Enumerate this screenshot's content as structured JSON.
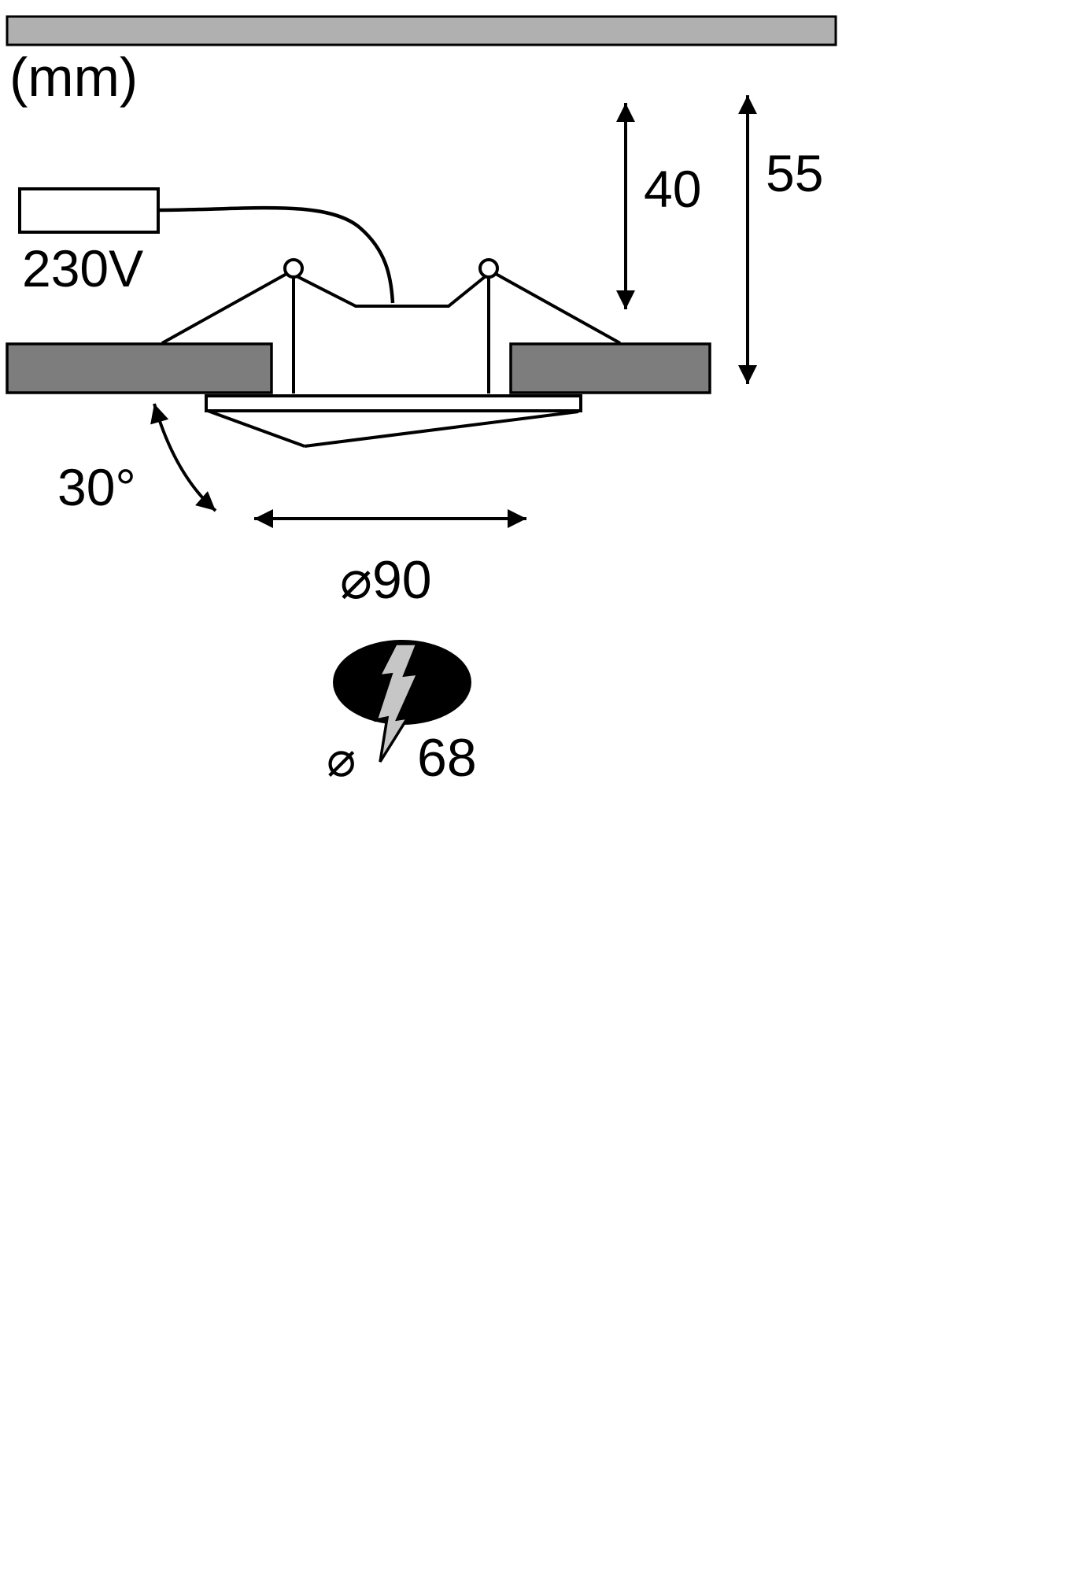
{
  "diagram": {
    "title": "recessed-spotlight-dimension-drawing",
    "unit_label": "(mm)",
    "voltage_label": "230V",
    "height_housing_label": "40",
    "height_total_label": "55",
    "tilt_angle_label": "30°",
    "trim_diameter_label": "⌀90",
    "cutout_diameter_symbol": "⌀",
    "cutout_diameter_value": "68"
  },
  "colors": {
    "line": "#000000",
    "top_bar_fill": "#b0b0b0",
    "ceiling_fill": "#7d7d7d",
    "ellipse_fill": "#000000",
    "bolt_fill": "#c6c6c6",
    "background": "#ffffff"
  }
}
